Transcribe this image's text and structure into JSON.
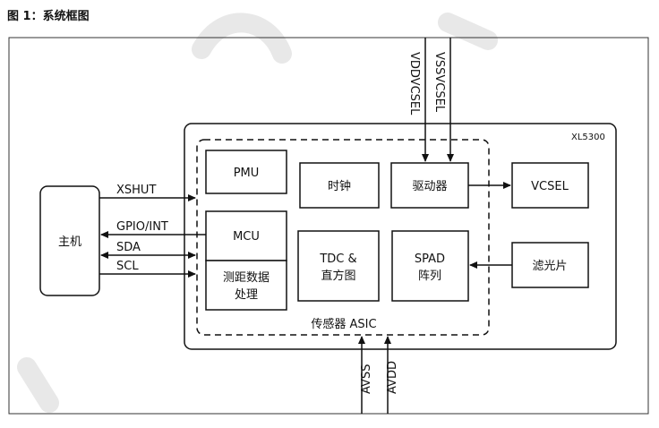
{
  "figure": {
    "title": "图 1：系统框图"
  },
  "diagram": {
    "host": "主机",
    "chip_name": "XL5300",
    "asic_label": "传感器 ASIC",
    "blocks": {
      "pmu": "PMU",
      "mcu": "MCU",
      "processing_line1": "测距数据",
      "processing_line2": "处理",
      "clock": "时钟",
      "driver": "驱动器",
      "tdc_line1": "TDC &",
      "tdc_line2": "直方图",
      "spad_line1": "SPAD",
      "spad_line2": "阵列",
      "vcsel": "VCSEL",
      "filter": "滤光片"
    },
    "signals": {
      "xshut": "XSHUT",
      "gpio": "GPIO/INT",
      "sda": "SDA",
      "scl": "SCL",
      "vddvcsel": "VDDVCSEL",
      "vssvcsel": "VSSVCSEL",
      "avss": "AVSS",
      "avdd": "AVDD"
    }
  }
}
